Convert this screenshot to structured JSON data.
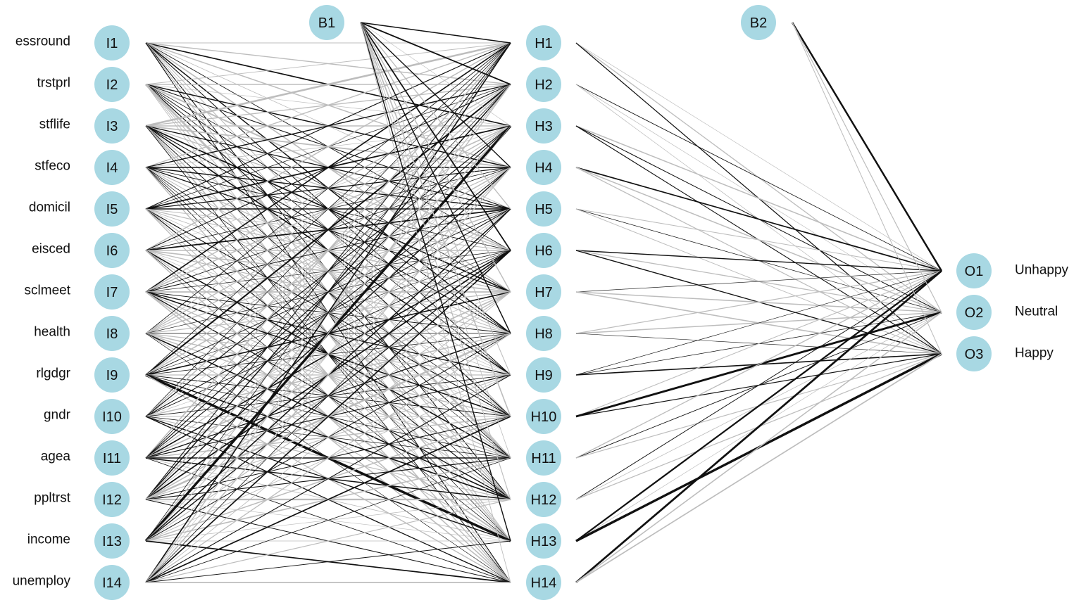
{
  "inputs": [
    {
      "id": "I1",
      "label": "essround"
    },
    {
      "id": "I2",
      "label": "trstprl"
    },
    {
      "id": "I3",
      "label": "stflife"
    },
    {
      "id": "I4",
      "label": "stfeco"
    },
    {
      "id": "I5",
      "label": "domicil"
    },
    {
      "id": "I6",
      "label": "eisced"
    },
    {
      "id": "I7",
      "label": "sclmeet"
    },
    {
      "id": "I8",
      "label": "health"
    },
    {
      "id": "I9",
      "label": "rlgdgr"
    },
    {
      "id": "I10",
      "label": "gndr"
    },
    {
      "id": "I11",
      "label": "agea"
    },
    {
      "id": "I12",
      "label": "ppltrst"
    },
    {
      "id": "I13",
      "label": "income"
    },
    {
      "id": "I14",
      "label": "unemploy"
    }
  ],
  "hidden": [
    "H1",
    "H2",
    "H3",
    "H4",
    "H5",
    "H6",
    "H7",
    "H8",
    "H9",
    "H10",
    "H11",
    "H12",
    "H13",
    "H14"
  ],
  "outputs": [
    {
      "id": "O1",
      "label": "Unhappy"
    },
    {
      "id": "O2",
      "label": "Neutral"
    },
    {
      "id": "O3",
      "label": "Happy"
    }
  ],
  "biases": {
    "b1": "B1",
    "b2": "B2"
  },
  "colors": {
    "node_fill": "#a8d8e3",
    "positive_edge": "#111111",
    "negative_edge": "#bdbdbd"
  }
}
